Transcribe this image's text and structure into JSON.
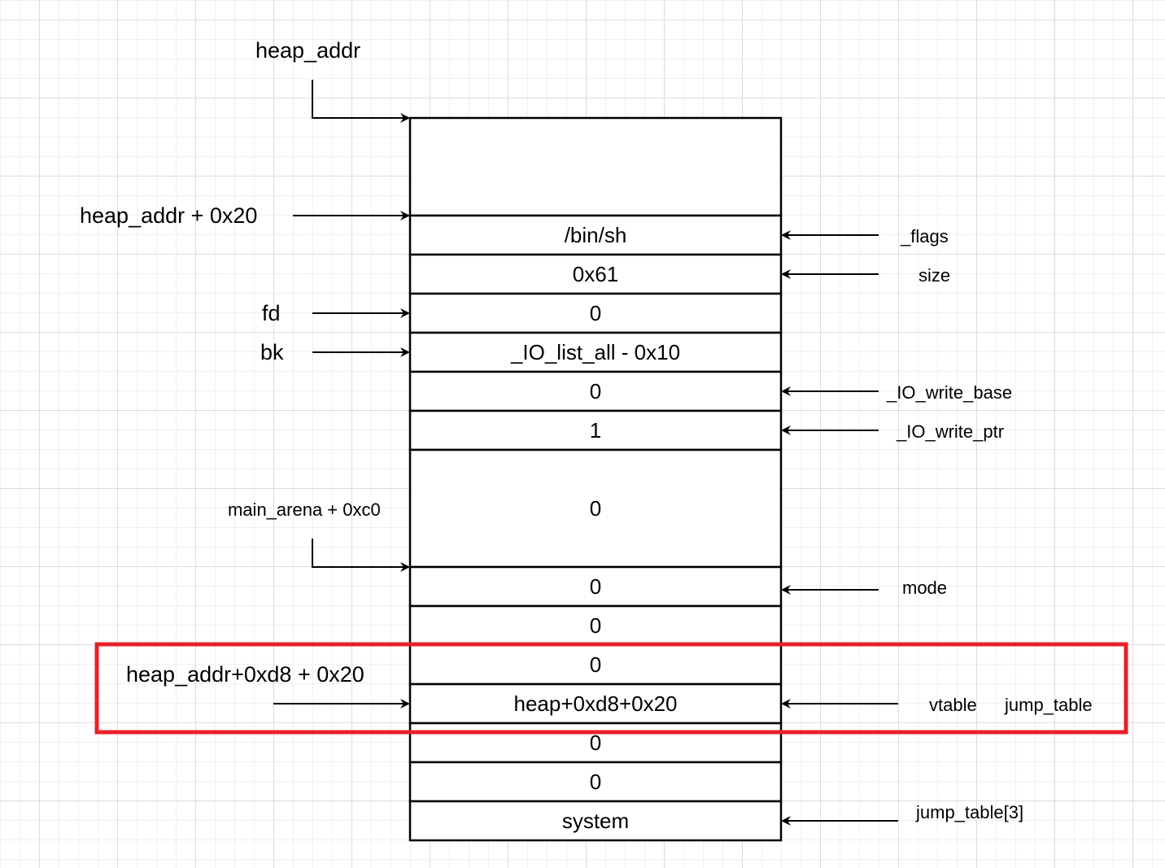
{
  "cells": [
    {
      "id": "cell-0",
      "value": ""
    },
    {
      "id": "cell-1",
      "value": "/bin/sh"
    },
    {
      "id": "cell-2",
      "value": "0x61"
    },
    {
      "id": "cell-3",
      "value": "0"
    },
    {
      "id": "cell-4",
      "value": "_IO_list_all - 0x10"
    },
    {
      "id": "cell-5",
      "value": "0"
    },
    {
      "id": "cell-6",
      "value": "1"
    },
    {
      "id": "cell-7",
      "value": "0"
    },
    {
      "id": "cell-8",
      "value": "0"
    },
    {
      "id": "cell-9",
      "value": "0"
    },
    {
      "id": "cell-10",
      "value": "0"
    },
    {
      "id": "cell-11",
      "value": "heap+0xd8+0x20"
    },
    {
      "id": "cell-12",
      "value": "0"
    },
    {
      "id": "cell-13",
      "value": "0"
    },
    {
      "id": "cell-14",
      "value": "system"
    }
  ],
  "left_labels": {
    "heap_addr": "heap_addr",
    "heap_addr_20": "heap_addr + 0x20",
    "fd": "fd",
    "bk": "bk",
    "main_arena": "main_arena + 0xc0",
    "heap_addr_d8": "heap_addr+0xd8 + 0x20"
  },
  "right_labels": {
    "flags": "_flags",
    "size": "size",
    "io_write_base": "_IO_write_base",
    "io_write_ptr": "_IO_write_ptr",
    "mode": "mode",
    "vtable": "vtable",
    "jump_table": "jump_table",
    "jump_table_3": "jump_table[3]"
  },
  "colors": {
    "line": "#000000",
    "highlight": "#e8202a"
  }
}
